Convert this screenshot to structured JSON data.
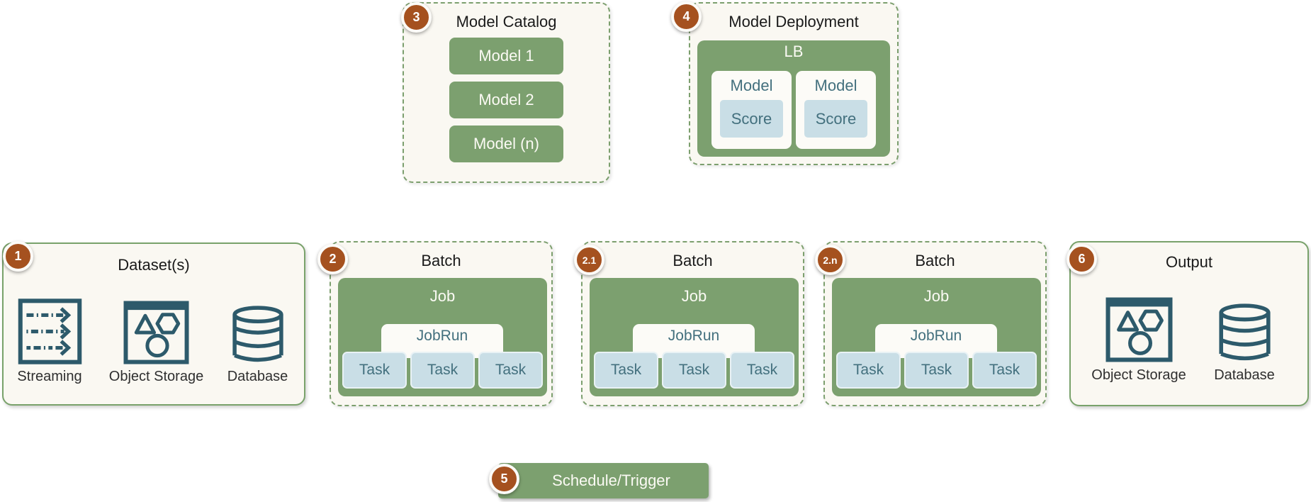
{
  "palette": {
    "green": "#7CA06F",
    "light_blue": "#C9DEE6",
    "badge_rust": "#A5511F",
    "teal_text": "#43707E",
    "icon_teal": "#2D5A6B",
    "box_background": "#FAF8F2",
    "dashed_border": "#7C9F6E",
    "solid_border": "#79A26B"
  },
  "badges": {
    "datasets": "1",
    "batch_1": "2",
    "batch_2": "2.1",
    "batch_3": "2.n",
    "model_catalog": "3",
    "model_deployment": "4",
    "schedule": "5",
    "output": "6"
  },
  "model_catalog": {
    "title": "Model Catalog",
    "models": [
      "Model 1",
      "Model 2",
      "Model (n)"
    ]
  },
  "model_deployment": {
    "title": "Model Deployment",
    "lb_label": "LB",
    "instances": [
      {
        "model": "Model",
        "score": "Score"
      },
      {
        "model": "Model",
        "score": "Score"
      }
    ]
  },
  "datasets": {
    "title": "Dataset(s)",
    "items": [
      {
        "icon": "streaming-icon",
        "label": "Streaming"
      },
      {
        "icon": "object-storage-icon",
        "label": "Object Storage"
      },
      {
        "icon": "database-icon",
        "label": "Database"
      }
    ]
  },
  "batches": [
    {
      "badge": "2",
      "title": "Batch",
      "job": "Job",
      "jobrun": "JobRun",
      "tasks": [
        "Task",
        "Task",
        "Task"
      ]
    },
    {
      "badge": "2.1",
      "title": "Batch",
      "job": "Job",
      "jobrun": "JobRun",
      "tasks": [
        "Task",
        "Task",
        "Task"
      ]
    },
    {
      "badge": "2.n",
      "title": "Batch",
      "job": "Job",
      "jobrun": "JobRun",
      "tasks": [
        "Task",
        "Task",
        "Task"
      ]
    }
  ],
  "schedule": {
    "label": "Schedule/Trigger"
  },
  "output": {
    "title": "Output",
    "items": [
      {
        "icon": "object-storage-icon",
        "label": "Object Storage"
      },
      {
        "icon": "database-icon",
        "label": "Database"
      }
    ]
  }
}
